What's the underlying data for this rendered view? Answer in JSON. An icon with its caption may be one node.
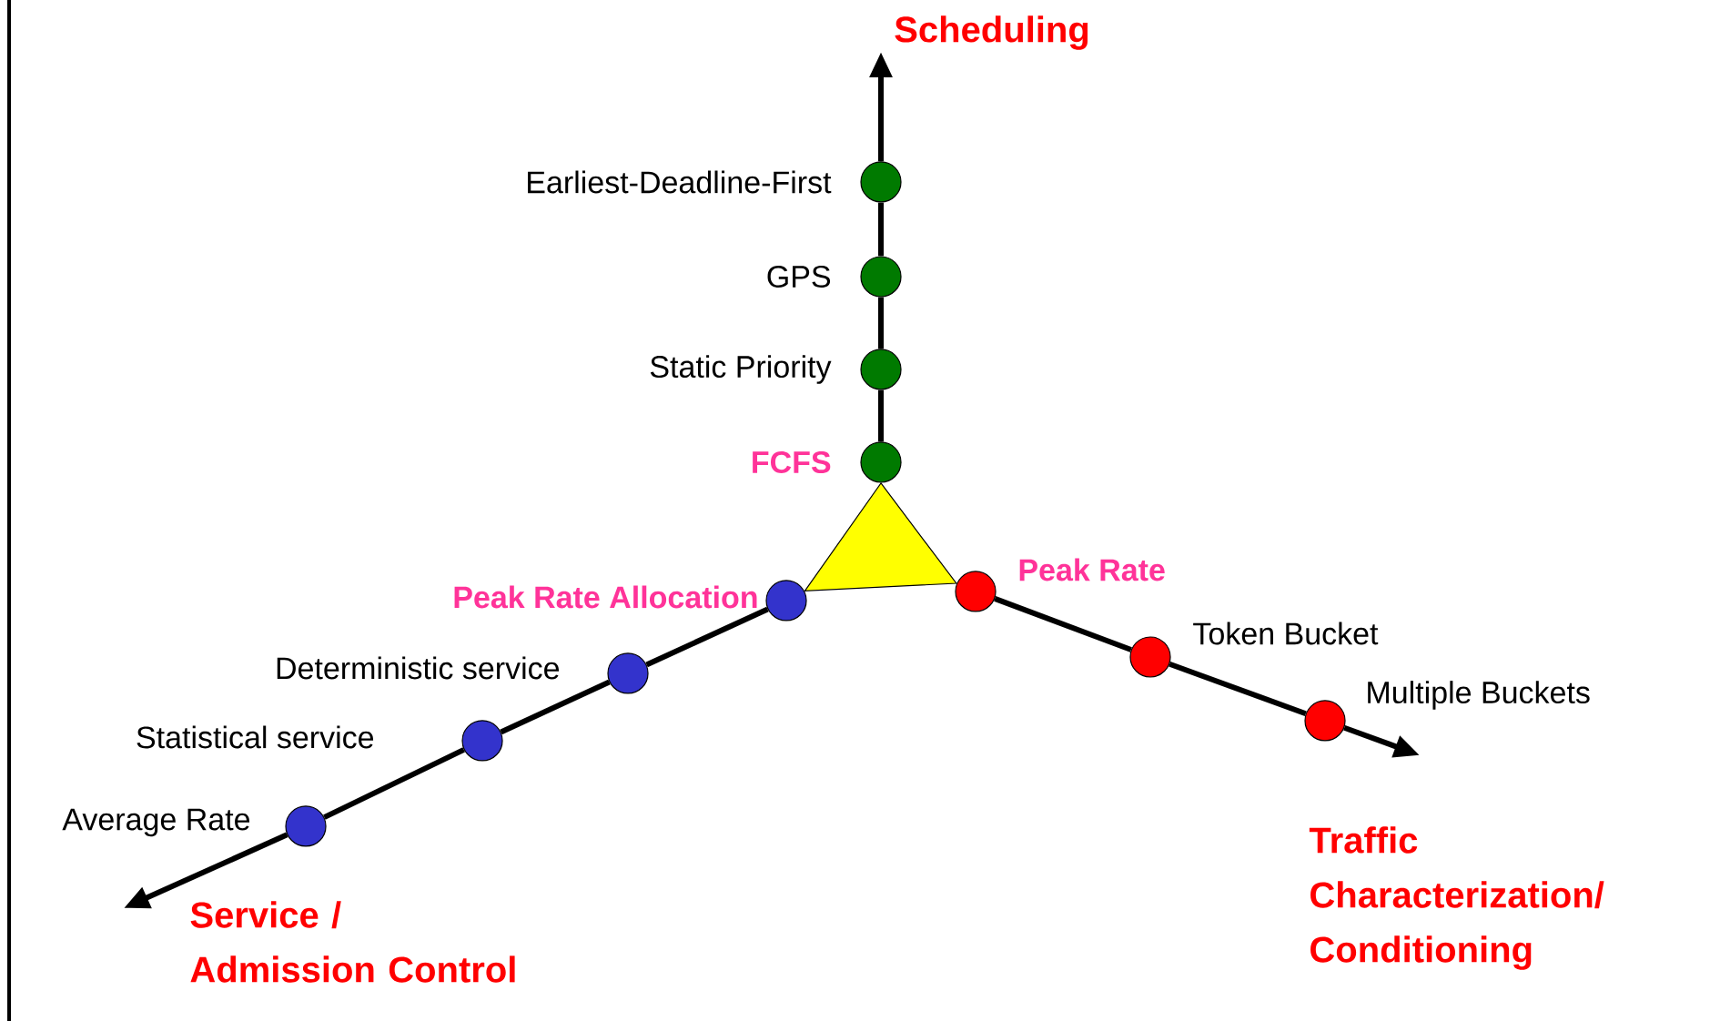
{
  "diagram": {
    "nodes": [
      {
        "text": [
          "Earliest-Deadline-First"
        ]
      },
      {
        "text": [
          "GPS"
        ]
      },
      {
        "text": [
          "Static Priority"
        ]
      },
      {
        "text": [
          "FCFS"
        ]
      },
      {
        "text": [],
        "shape": "triangle"
      },
      {
        "text": [
          "Peak Rate Allocation"
        ]
      },
      {
        "text": [
          "Peak Rate"
        ]
      },
      {
        "text": [
          "Token Bucket"
        ]
      },
      {
        "text": [
          "Deterministic service"
        ]
      },
      {
        "text": [
          "Multiple Buckets"
        ]
      },
      {
        "text": [
          "Statistical service"
        ]
      },
      {
        "text": [
          "Average Rate"
        ]
      },
      {
        "text": [
          "Scheduling"
        ]
      }
    ],
    "edges": [
      {
        "from": 0,
        "to": 12,
        "arrow": "to"
      },
      {
        "from": 1,
        "to": 0,
        "arrow": "none"
      },
      {
        "from": 2,
        "to": 1,
        "arrow": "none"
      },
      {
        "from": 3,
        "to": 2,
        "arrow": "none"
      },
      {
        "from": 6,
        "to": 7,
        "arrow": "none"
      },
      {
        "from": 7,
        "to": 9,
        "arrow": "none"
      },
      {
        "from": 9,
        "to": null,
        "arrow": "to"
      },
      {
        "from": 5,
        "to": 8,
        "arrow": "none"
      },
      {
        "from": 8,
        "to": 10,
        "arrow": "none"
      },
      {
        "from": 10,
        "to": 11,
        "arrow": "none"
      },
      {
        "from": 11,
        "to": null,
        "arrow": "to"
      }
    ],
    "labels": [
      "Traffic Characterization/ Conditioning",
      "Service / Admission Control"
    ]
  }
}
